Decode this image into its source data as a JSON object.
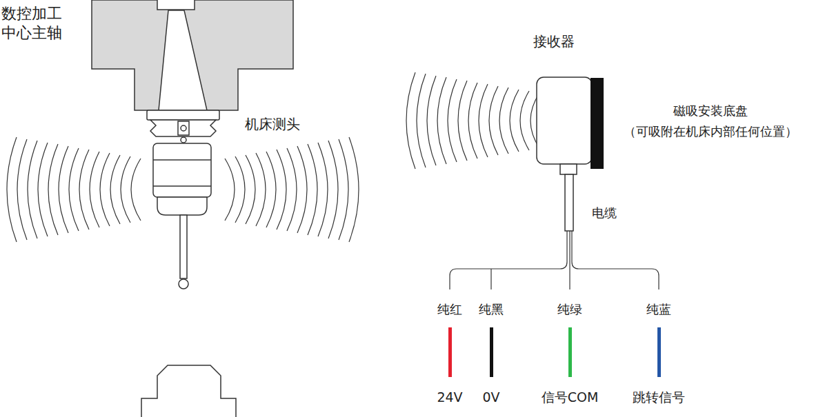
{
  "diagram": {
    "labels": [
      "数控加工 中心主轴",
      "机床测头",
      "接收器",
      "磁吸安装底盘",
      "（可吸附在机床内部任何位置）",
      "电缆",
      "纯红",
      "纯黑",
      "纯绿",
      "纯蓝",
      "24V",
      "0V",
      "信号COM",
      "跳转信号"
    ]
  }
}
